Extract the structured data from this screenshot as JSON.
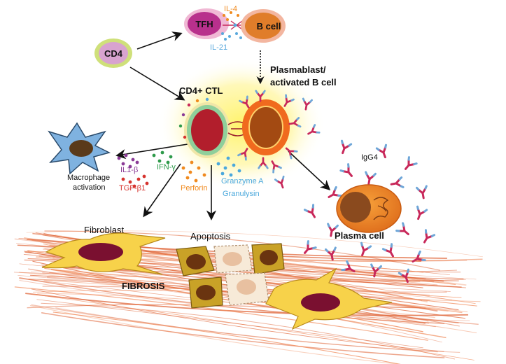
{
  "labels": {
    "cd4": "CD4",
    "tfh": "TFH",
    "b_cell": "B cell",
    "il4": "IL-4",
    "il21": "IL-21",
    "plasmablast_line1": "Plasmablast/",
    "plasmablast_line2": "activated B cell",
    "cd4_ctl": "CD4+ CTL",
    "macrophage_line1": "Macrophage",
    "macrophage_line2": "activation",
    "il1b": "IL1-β",
    "ifng": "IFN-γ",
    "tgfb1": "TGF-β1",
    "perforin": "Perforin",
    "granzyme_a": "Granzyme A",
    "granulysin": "Granulysin",
    "igg4": "IgG4",
    "plasma_cell": "Plasma cell",
    "fibroblast": "Fibroblast",
    "apoptosis": "Apoptosis",
    "fibrosis": "FIBROSIS"
  },
  "colors": {
    "cd4_fill": "#d8a3cf",
    "cd4_ring": "#cfe07a",
    "tfh_fill": "#b8308c",
    "tfh_ring": "#f0b8d4",
    "b_cell_fill": "#e07d2a",
    "ctl_nucleus": "#b21e2c",
    "ctl_ring": "#8fcf9b",
    "plasmablast_fill": "#f06a1e",
    "nucleus_brown": "#8a4a1e",
    "antibody_red": "#c8285a",
    "antibody_blue": "#6ea6d8",
    "macrophage_fill": "#7fb2e0",
    "fibroblast_fill": "#f7d24a",
    "fibroblast_nucleus": "#7a1030",
    "fibrosis_fiber": "#e0673a",
    "glow": "#ffec4a",
    "il4_text": "#f08a1e",
    "il21_text": "#5aa8dc",
    "il1b_text": "#8a3a96",
    "ifng_text": "#2e9a4a",
    "tgfb1_text": "#d6332e",
    "perforin_text": "#f08a1e",
    "granzyme_text": "#4aa8dc"
  }
}
